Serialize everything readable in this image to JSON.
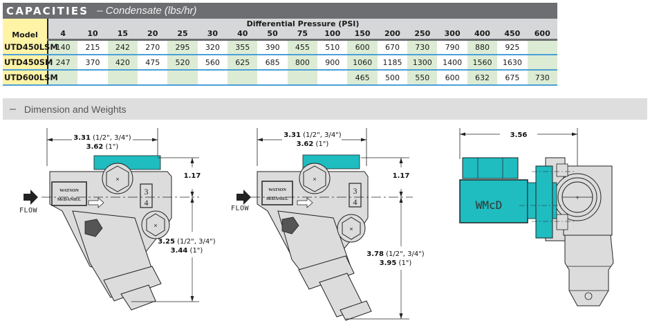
{
  "capacities": {
    "title": "CAPACITIES",
    "subtitle": "– Condensate (lbs/hr)",
    "model_header": "Model",
    "group_header": "Differential Pressure (PSI)",
    "pressures": [
      "4",
      "10",
      "15",
      "20",
      "25",
      "30",
      "40",
      "50",
      "75",
      "100",
      "150",
      "200",
      "250",
      "300",
      "400",
      "450",
      "600"
    ],
    "rows": [
      {
        "model": "UTD450LSM",
        "values": [
          "140",
          "215",
          "242",
          "270",
          "295",
          "320",
          "355",
          "390",
          "455",
          "510",
          "600",
          "670",
          "730",
          "790",
          "880",
          "925",
          ""
        ]
      },
      {
        "model": "UTD450SM",
        "values": [
          "247",
          "370",
          "420",
          "475",
          "520",
          "560",
          "625",
          "685",
          "800",
          "900",
          "1060",
          "1185",
          "1300",
          "1400",
          "1560",
          "1630",
          ""
        ]
      },
      {
        "model": "UTD600LSM",
        "values": [
          "",
          "",
          "",
          "",
          "",
          "",
          "",
          "",
          "",
          "",
          "465",
          "500",
          "550",
          "600",
          "632",
          "675",
          "730"
        ]
      }
    ],
    "colors": {
      "title_bar": "#6d6e71",
      "model_column": "#fff3a6",
      "stripe": "#dcecd4",
      "row_rule": "#4a9fd8",
      "header_bg": "#d6d7d9"
    }
  },
  "section": {
    "toggle_icon": "minus-icon",
    "toggle_symbol": "–",
    "label": "Dimension and Weights"
  },
  "drawings": {
    "front_a": {
      "width_primary": "3.31",
      "width_primary_note": "(1/2\", 3/4\")",
      "width_secondary": "3.62",
      "width_secondary_note": "(1\")",
      "top_height": "1.17",
      "body_primary": "3.25",
      "body_primary_note": "(1/2\", 3/4\")",
      "body_secondary": "3.44",
      "body_secondary_note": "(1\")",
      "plate_line1": "WATSON",
      "plate_line2": "McDANIEL",
      "size_top": "3",
      "size_bottom": "4",
      "flow_label": "FLOW"
    },
    "front_b": {
      "width_primary": "3.31",
      "width_primary_note": "(1/2\", 3/4\")",
      "width_secondary": "3.62",
      "width_secondary_note": "(1\")",
      "top_height": "1.17",
      "body_primary": "3.78",
      "body_primary_note": "(1/2\", 3/4\")",
      "body_secondary": "3.95",
      "body_secondary_note": "(1\")",
      "plate_line1": "WATSON",
      "plate_line2": "McDANIEL",
      "size_top": "3",
      "size_bottom": "4",
      "flow_label": "FLOW"
    },
    "side": {
      "width": "3.56",
      "connector_label": "WMcD"
    },
    "colors": {
      "body": "#dcdcdc",
      "teal": "#1fbcc0",
      "outline": "#222222"
    }
  }
}
